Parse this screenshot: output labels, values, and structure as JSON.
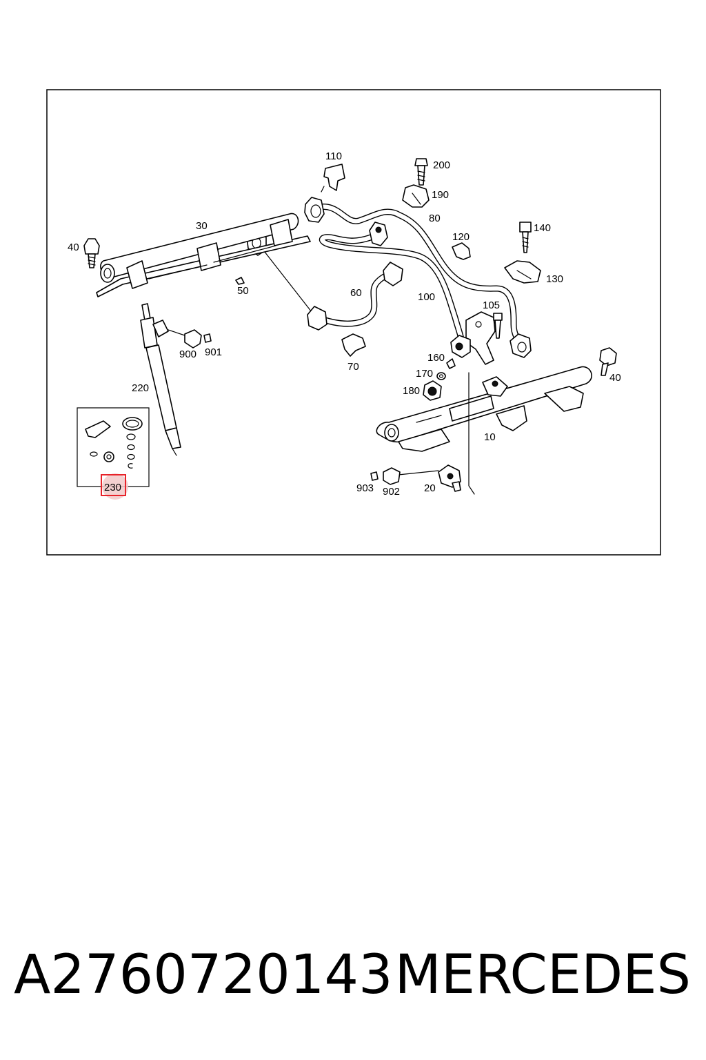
{
  "callouts": {
    "c10": "10",
    "c20": "20",
    "c30": "30",
    "c40a": "40",
    "c40b": "40",
    "c50": "50",
    "c60": "60",
    "c70": "70",
    "c80": "80",
    "c100": "100",
    "c105": "105",
    "c110": "110",
    "c120": "120",
    "c130": "130",
    "c140": "140",
    "c160": "160",
    "c170": "170",
    "c180": "180",
    "c190": "190",
    "c200": "200",
    "c220": "220",
    "c230": "230",
    "c900": "900",
    "c901": "901",
    "c902": "902",
    "c903": "903"
  },
  "highlight": {
    "callout": "230",
    "color": "#e8232a",
    "fill": "#f2c9c9"
  },
  "caption": {
    "part_number": "A2760720143",
    "brand": "MERCEDES"
  }
}
